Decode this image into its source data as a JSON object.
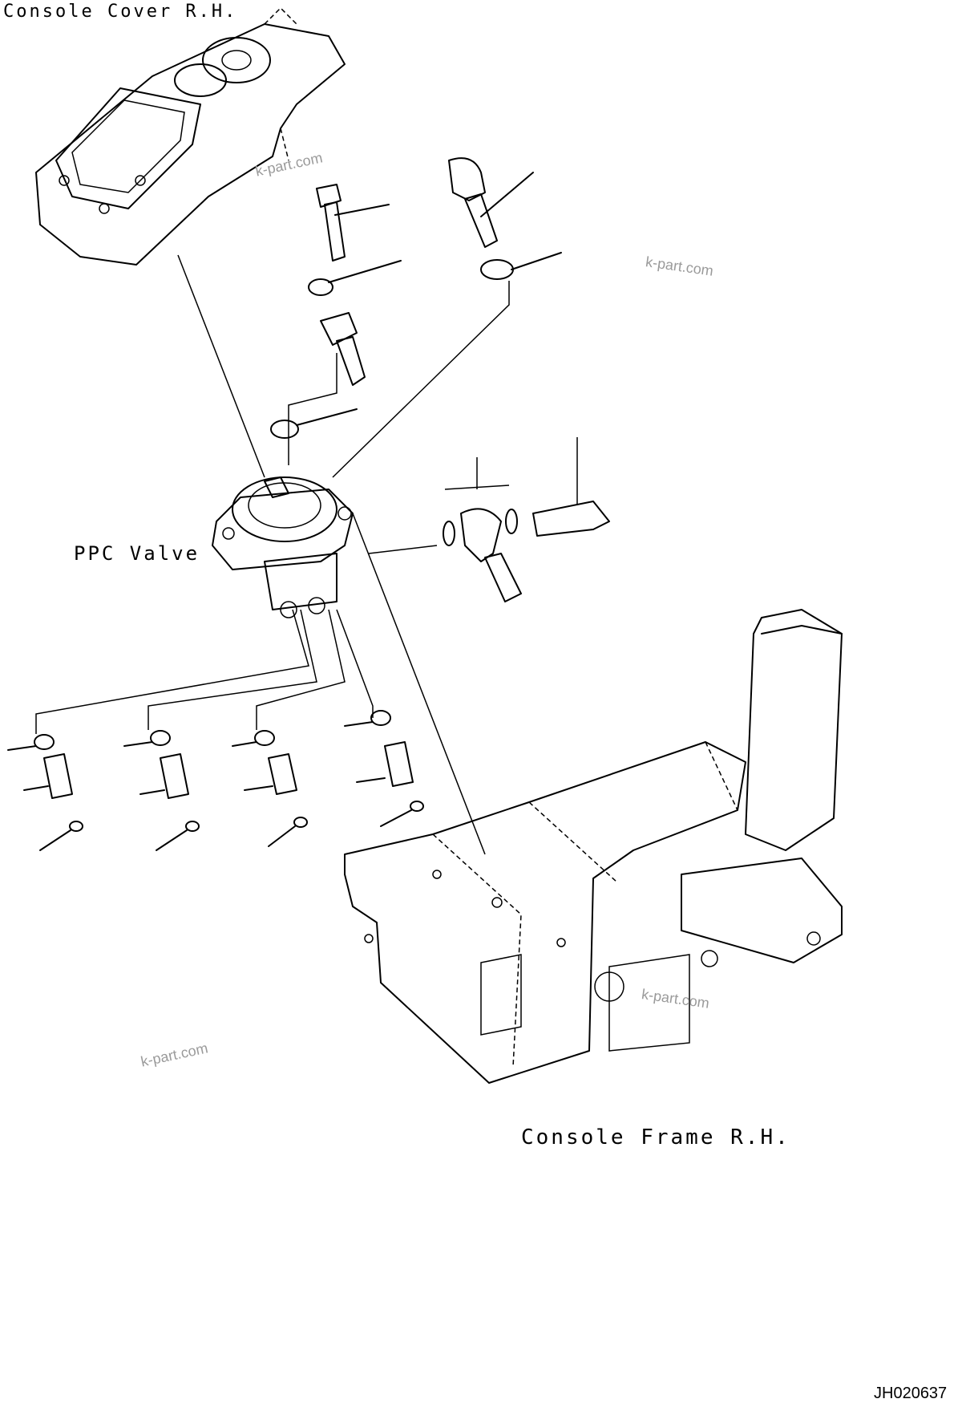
{
  "labels": {
    "console_cover": "Console Cover R.H.",
    "ppc_valve": "PPC Valve",
    "console_frame": "Console Frame R.H.",
    "drawing_code": "JH020637"
  },
  "watermarks": [
    "k-part.com",
    "k-part.com",
    "k-part.com",
    "k-part.com"
  ],
  "colors": {
    "line": "#000000",
    "background": "#ffffff",
    "watermark": "#9a9a9a"
  }
}
